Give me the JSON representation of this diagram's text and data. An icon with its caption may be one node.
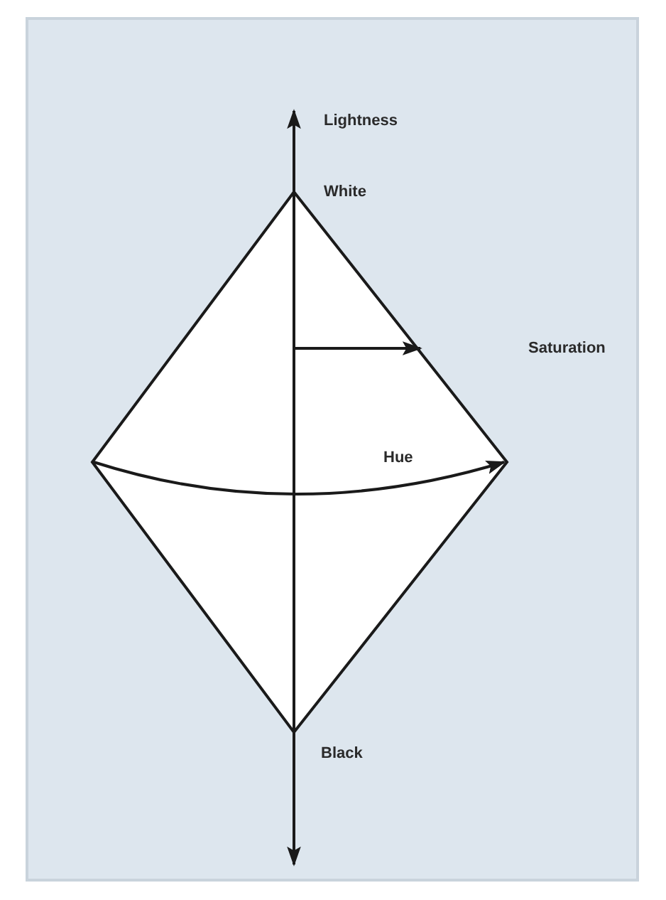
{
  "diagram": {
    "labels": [
      "Lightness",
      "White",
      "Saturation",
      "Hue",
      "Black"
    ]
  }
}
